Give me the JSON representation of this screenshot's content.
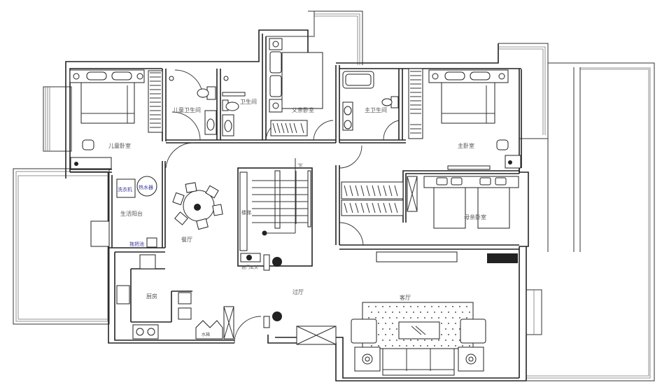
{
  "plan": {
    "rooms": {
      "children_bedroom": "儿童卧室",
      "children_bathroom": "儿童卫生间",
      "guest_bathroom": "卫生间",
      "father_bedroom": "父亲卧室",
      "master_bathroom": "主卫生间",
      "master_bedroom": "主卧室",
      "mother_bedroom": "母亲卧室",
      "utility_balcony": "生活阳台",
      "dining_room": "餐厅",
      "kitchen": "厨房",
      "hallway": "过厅",
      "living_room": "客厅",
      "entry_foyer": "进门玄关"
    },
    "fixtures": {
      "washing_machine": "洗衣机",
      "water_heater": "热水器",
      "mop_sink": "拖把池",
      "water_tank": "水箱",
      "stair_down": "下"
    },
    "stair_label": "楼梯"
  },
  "colors": {
    "wall": "#222222",
    "label": "#555555",
    "fixture_label": "#3a3a9a",
    "background": "#ffffff"
  }
}
